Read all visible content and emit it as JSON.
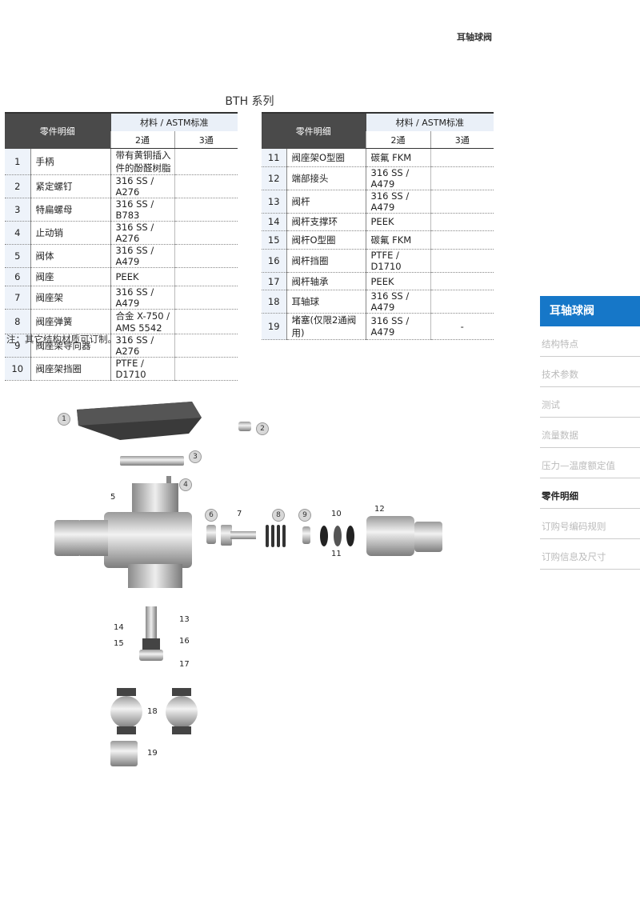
{
  "header": {
    "title": "耳轴球阀"
  },
  "series_title": "BTH 系列",
  "table_headers": {
    "part_name": "零件明细",
    "material": "材料 / ASTM标准",
    "way2": "2通",
    "way3": "3通"
  },
  "left_rows": [
    {
      "no": "1",
      "name": "手柄",
      "mat": "带有黄铜插入件的酚醛树脂"
    },
    {
      "no": "2",
      "name": "紧定螺钉",
      "mat": "316 SS / A276"
    },
    {
      "no": "3",
      "name": "特扁螺母",
      "mat": "316 SS / B783"
    },
    {
      "no": "4",
      "name": "止动销",
      "mat": "316 SS / A276"
    },
    {
      "no": "5",
      "name": "阀体",
      "mat": "316 SS / A479"
    },
    {
      "no": "6",
      "name": "阀座",
      "mat": "PEEK"
    },
    {
      "no": "7",
      "name": "阀座架",
      "mat": "316 SS / A479"
    },
    {
      "no": "8",
      "name": "阀座弹簧",
      "mat": "合金 X-750 / AMS 5542"
    },
    {
      "no": "9",
      "name": "阀座架导向器",
      "mat": "316 SS / A276"
    },
    {
      "no": "10",
      "name": "阀座架挡圈",
      "mat": "PTFE / D1710"
    }
  ],
  "right_rows": [
    {
      "no": "11",
      "name": "阀座架O型圈",
      "mat": "碳氟 FKM",
      "way3": ""
    },
    {
      "no": "12",
      "name": "端部接头",
      "mat": "316 SS / A479",
      "way3": ""
    },
    {
      "no": "13",
      "name": "阀杆",
      "mat": "316 SS / A479",
      "way3": ""
    },
    {
      "no": "14",
      "name": "阀杆支撑环",
      "mat": "PEEK",
      "way3": ""
    },
    {
      "no": "15",
      "name": "阀杆O型圈",
      "mat": "碳氟 FKM",
      "way3": ""
    },
    {
      "no": "16",
      "name": "阀杆挡圈",
      "mat": "PTFE / D1710",
      "way3": ""
    },
    {
      "no": "17",
      "name": "阀杆轴承",
      "mat": "PEEK",
      "way3": ""
    },
    {
      "no": "18",
      "name": "耳轴球",
      "mat": "316 SS / A479",
      "way3": ""
    },
    {
      "no": "19",
      "name": "堵塞(仅限2通阀用)",
      "mat": "316 SS / A479",
      "way3": "-"
    }
  ],
  "note": "注：其它结构材质可订制。",
  "sidebar": {
    "active": "耳轴球阀",
    "items": [
      "结构特点",
      "技术参数",
      "测试",
      "流量数据",
      "压力—温度额定值",
      "零件明细",
      "订购号编码规则",
      "订购信息及尺寸"
    ],
    "current_index": 5
  },
  "diagram_labels": [
    "1",
    "2",
    "3",
    "4",
    "5",
    "6",
    "7",
    "8",
    "9",
    "10",
    "11",
    "12",
    "13",
    "14",
    "15",
    "16",
    "17",
    "18",
    "19"
  ],
  "colors": {
    "accent": "#1677c8",
    "header_dark": "#4a4a4a",
    "num_bg": "#eef3fa"
  }
}
